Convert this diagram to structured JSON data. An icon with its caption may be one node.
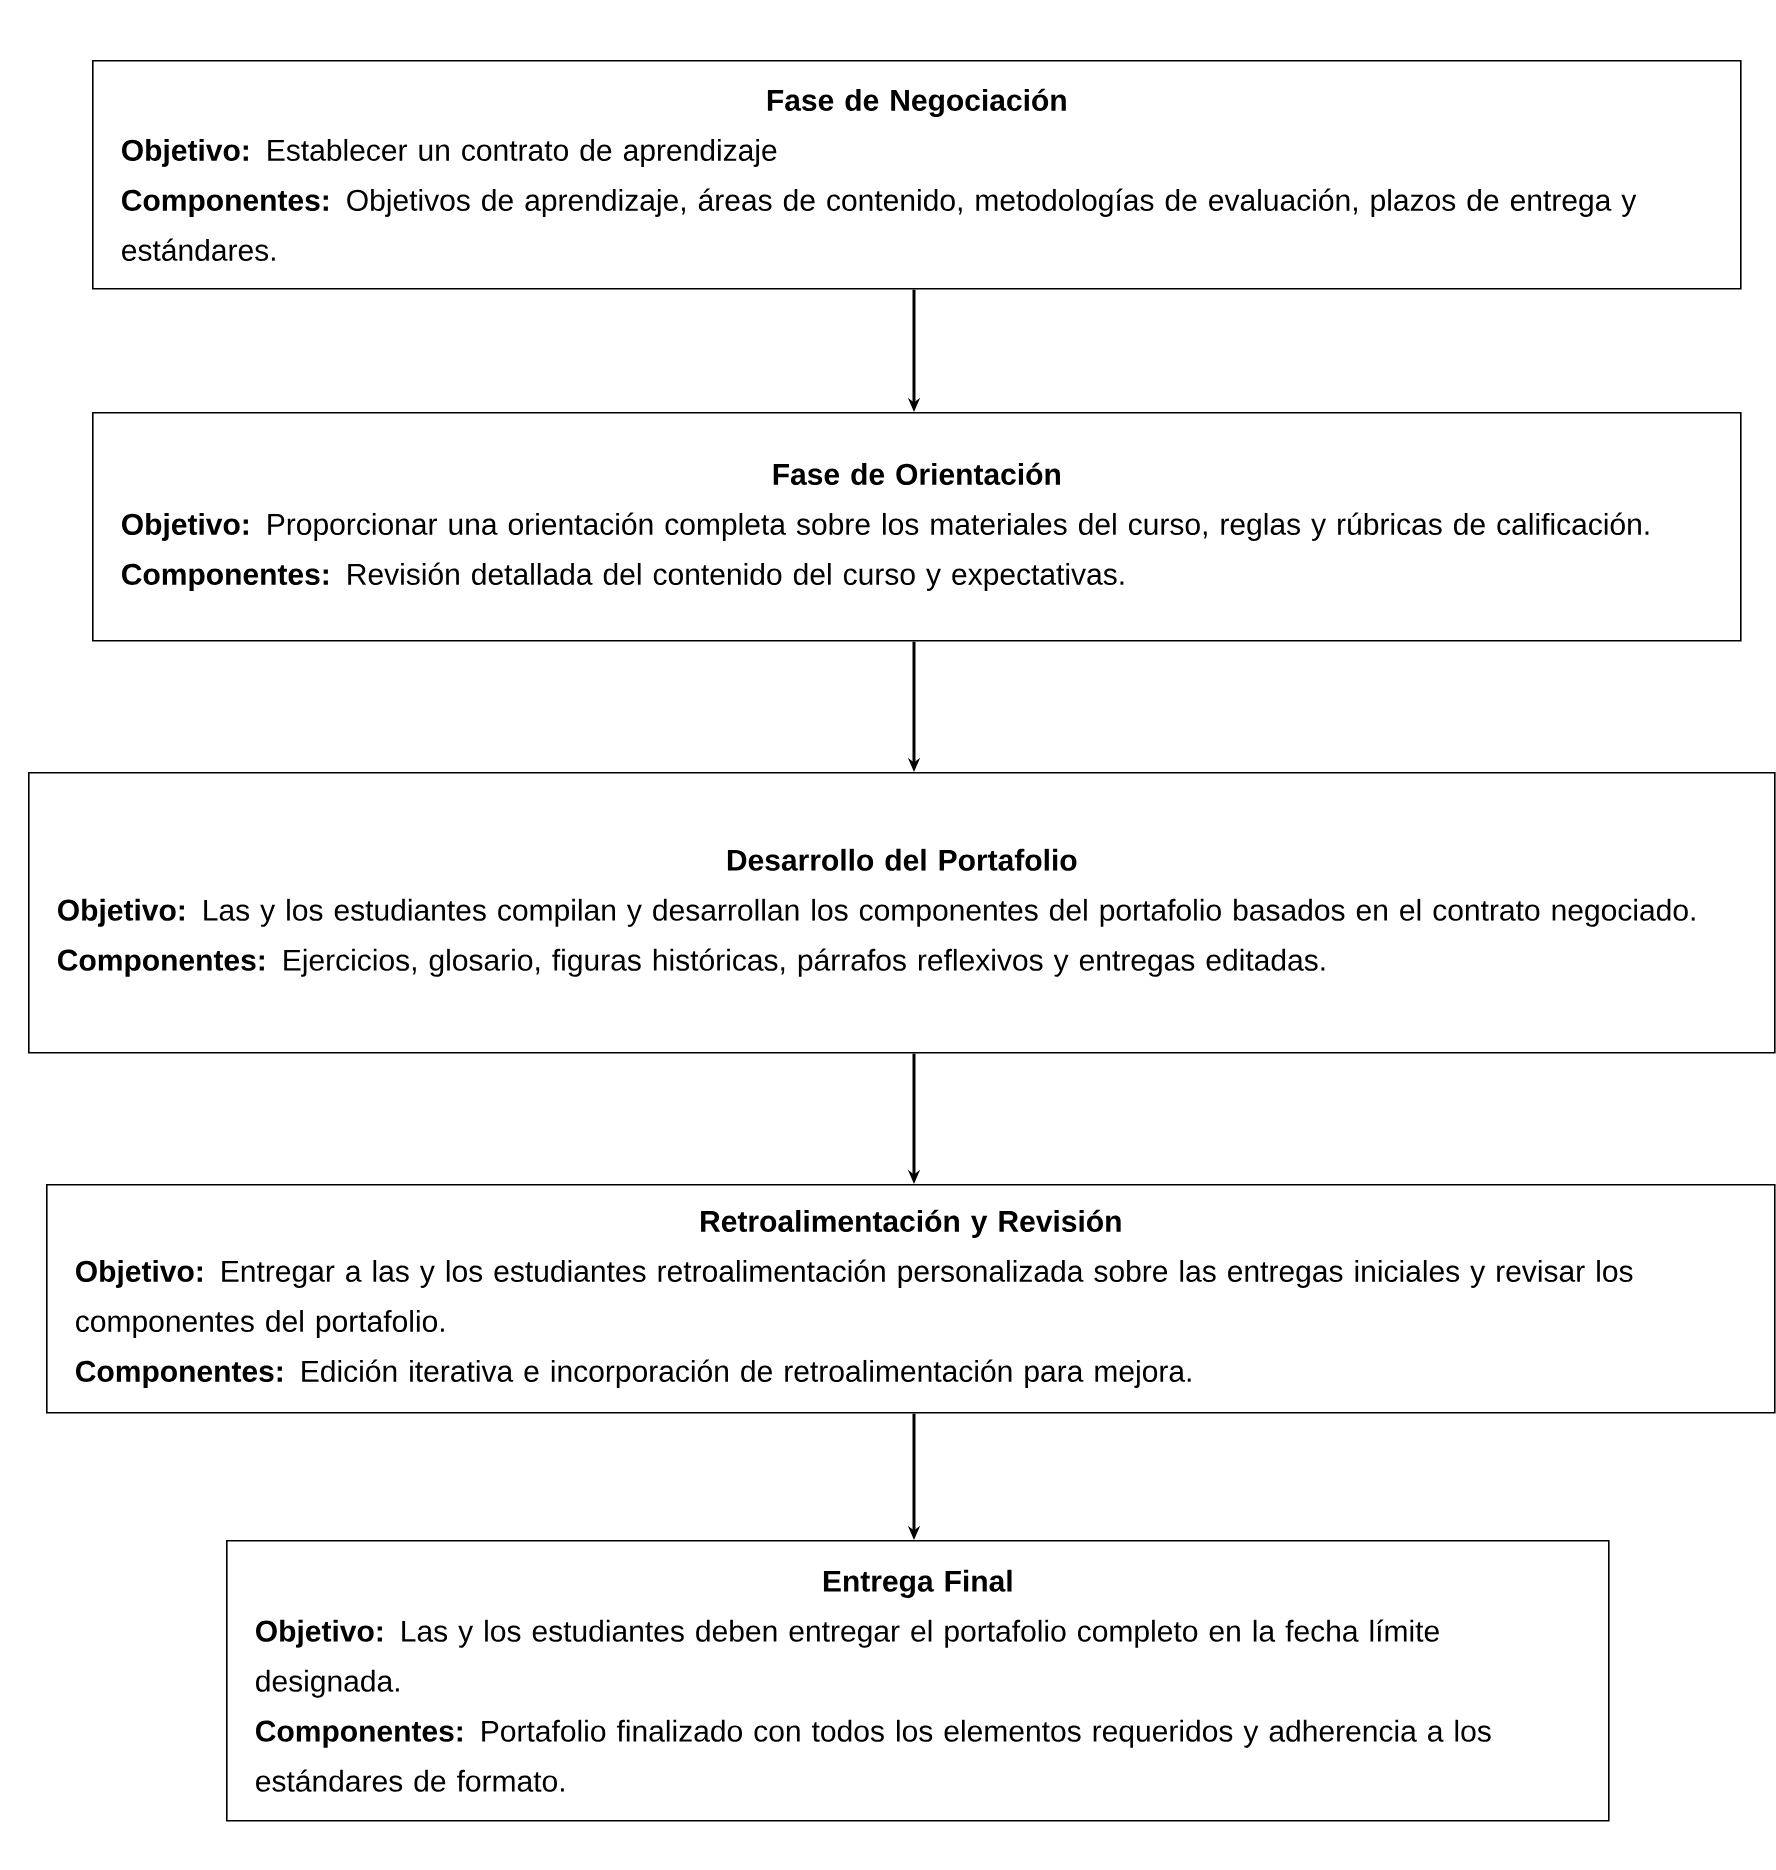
{
  "diagram": {
    "nodes": [
      {
        "text": [
          "Fase de Negociación",
          "**Objetivo:** Establecer un contrato de aprendizaje",
          "**Componentes:** Objetivos de aprendizaje, áreas de contenido, metodologías de evaluación, plazos de entrega y estándares."
        ]
      },
      {
        "text": [
          "Fase de Orientación",
          "**Objetivo:** Proporcionar una orientación completa sobre los materiales del curso, reglas y rúbricas de calificación.",
          "**Componentes:** Revisión detallada del contenido del curso y expectativas."
        ]
      },
      {
        "text": [
          "Desarrollo del Portafolio",
          "**Objetivo:** Las y los estudiantes compilan y desarrollan los componentes del portafolio basados en el contrato negociado.",
          "**Componentes:** Ejercicios, glosario, figuras históricas, párrafos reflexivos y entregas editadas."
        ]
      },
      {
        "text": [
          "Retroalimentación y Revisión",
          "**Objetivo:** Entregar a las y los estudiantes retroalimentación personalizada sobre las entregas iniciales y revisar los componentes del portafolio.",
          "**Componentes:** Edición iterativa e incorporación de retroalimentación para mejora."
        ]
      },
      {
        "text": [
          "Entrega Final",
          "**Objetivo:** Las y los estudiantes deben entregar el portafolio completo en la fecha límite designada.",
          "**Componentes:** Portafolio finalizado con todos los elementos requeridos y adherencia a los estándares de formato."
        ]
      }
    ],
    "edges": [
      {
        "from": 0,
        "to": 1,
        "arrow": "to"
      },
      {
        "from": 1,
        "to": 2,
        "arrow": "to"
      },
      {
        "from": 2,
        "to": 3,
        "arrow": "to"
      },
      {
        "from": 3,
        "to": 4,
        "arrow": "to"
      }
    ]
  }
}
